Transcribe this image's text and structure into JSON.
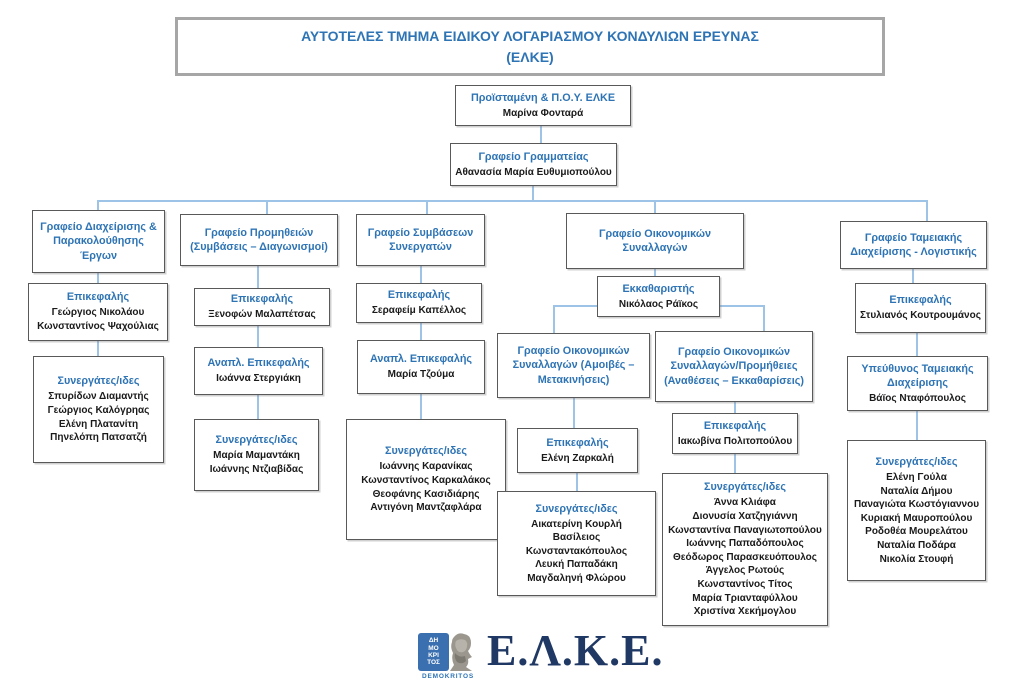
{
  "colors": {
    "accent_blue": "#2E74B5",
    "connector_blue": "#9DC3E6",
    "box_border_gray": "#595959",
    "title_border_gray": "#A6A6A6",
    "logo_navy": "#1F3864"
  },
  "header": {
    "title_line1": "ΑΥΤΟΤΕΛΕΣ ΤΜΗΜΑ ΕΙΔΙΚΟΥ ΛΟΓΑΡΙΑΣΜΟΥ ΚΟΝΔΥΛΙΩΝ ΕΡΕΥΝΑΣ",
    "title_line2": "(ΕΛΚΕ)"
  },
  "boxes": {
    "head": {
      "title": "Προϊσταμένη & Π.Ο.Υ. ΕΛΚΕ",
      "names": [
        "Μαρίνα Φονταρά"
      ]
    },
    "secretariat": {
      "title": "Γραφείο Γραμματείας",
      "names": [
        "Αθανασία Μαρία Ευθυμιοπούλου"
      ]
    },
    "dept1": {
      "title": "Γραφείο Διαχείρισης & Παρακολούθησης Έργων"
    },
    "dept2": {
      "title": "Γραφείο Προμηθειών (Συμβάσεις – Διαγωνισμοί)"
    },
    "dept3": {
      "title": "Γραφείο Συμβάσεων Συνεργατών"
    },
    "dept4": {
      "title": "Γραφείο Οικονομικών Συναλλαγών"
    },
    "dept5": {
      "title": "Γραφείο Ταμειακής Διαχείρισης - Λογιστικής"
    },
    "col1_head": {
      "title": "Επικεφαλής",
      "names": [
        "Γεώργιος Νικολάου",
        "Κωνσταντίνος Ψαχούλιας"
      ]
    },
    "col1_collab": {
      "title": "Συνεργάτες/ιδες",
      "names": [
        "Σπυρίδων Διαμαντής",
        "Γεώργιος Καλόγρηας",
        "Ελένη Πλατανίτη",
        "Πηνελόπη Πατσατζή"
      ]
    },
    "col2_head": {
      "title": "Επικεφαλής",
      "names": [
        "Ξενοφών Μαλαπέτσας"
      ]
    },
    "col2_deputy": {
      "title": "Αναπλ. Επικεφαλής",
      "names": [
        "Ιωάννα Στεργιάκη"
      ]
    },
    "col2_collab": {
      "title": "Συνεργάτες/ιδες",
      "names": [
        "Μαρία Μαμαντάκη",
        "Ιωάννης Ντζιαβίδας"
      ]
    },
    "col3_head": {
      "title": "Επικεφαλής",
      "names": [
        "Σεραφείμ Καπέλλος"
      ]
    },
    "col3_deputy": {
      "title": "Αναπλ. Επικεφαλής",
      "names": [
        "Μαρία Τζούμα"
      ]
    },
    "col3_collab": {
      "title": "Συνεργάτες/ιδες",
      "names": [
        "Ιωάννης Καρανίκας",
        "Κωνσταντίνος Καρκαλάκος",
        "Θεοφάνης Κασιδιάρης",
        "Αντιγόνη Μαντζαφλάρα"
      ]
    },
    "liquidator": {
      "title": "Εκκαθαριστής",
      "names": [
        "Νικόλαος Ράϊκος"
      ]
    },
    "sub4a": {
      "title": "Γραφείο Οικονομικών Συναλλαγών (Αμοιβές – Μετακινήσεις)"
    },
    "sub4b": {
      "title": "Γραφείο Οικονομικών Συναλλαγών/Προμήθειες (Αναθέσεις – Εκκαθαρίσεις)"
    },
    "sub4a_head": {
      "title": "Επικεφαλής",
      "names": [
        "Ελένη Ζαρκαλή"
      ]
    },
    "sub4a_collab": {
      "title": "Συνεργάτες/ιδες",
      "names": [
        "Αικατερίνη Κουρλή",
        "Βασίλειος Κωνσταντακόπουλος",
        "Λευκή Παπαδάκη",
        "Μαγδαληνή Φλώρου"
      ]
    },
    "sub4b_head": {
      "title": "Επικεφαλής",
      "names": [
        "Ιακωβίνα Πολιτοπούλου"
      ]
    },
    "sub4b_collab": {
      "title": "Συνεργάτες/ιδες",
      "names": [
        "Άννα Κλιάφα",
        "Διονυσία Χατζηγιάννη",
        "Κωνσταντίνα Παναγιωτοπούλου",
        "Ιωάννης Παπαδόπουλος",
        "Θεόδωρος Παρασκευόπουλος",
        "Άγγελος Ρωτούς",
        "Κωνσταντίνος Τίτος",
        "Μαρία Τριανταφύλλου",
        "Χριστίνα Χεκήμογλου"
      ]
    },
    "col5_head": {
      "title": "Επικεφαλής",
      "names": [
        "Στυλιανός Κουτρουμάνος"
      ]
    },
    "col5_cashier": {
      "title": "Υπεύθυνος Ταμειακής Διαχείρισης",
      "names": [
        "Βάϊος Νταφόπουλος"
      ]
    },
    "col5_collab": {
      "title": "Συνεργάτες/ιδες",
      "names": [
        "Ελένη Γούλα",
        "Ναταλία Δήμου",
        "Παναγιώτα Κωστόγιαννου",
        "Κυριακή Μαυροπούλου",
        "Ροδοθέα Μουρελάτου",
        "Ναταλία Ποδάρα",
        "Νικολία Στουφή"
      ]
    }
  },
  "logo": {
    "mark_lines": [
      "ΔΗ",
      "ΜΟ",
      "ΚΡΙ",
      "ΤΟΣ"
    ],
    "mark_caption": "DEMOKRITOS",
    "wordmark": "Ε.Λ.Κ.Ε."
  }
}
